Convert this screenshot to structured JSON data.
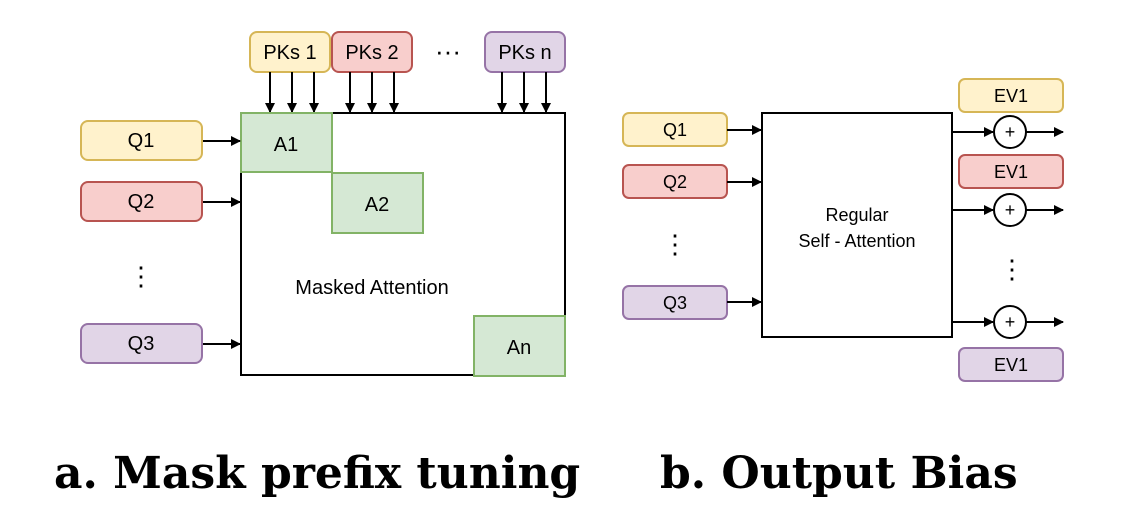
{
  "colors": {
    "yellow_fill": "#fff2cc",
    "yellow_stroke": "#d6b656",
    "red_fill": "#f8cecc",
    "red_stroke": "#b85450",
    "purple_fill": "#e1d5e7",
    "purple_stroke": "#9673a6",
    "green_fill": "#d5e8d4",
    "green_stroke": "#82b366"
  },
  "left": {
    "pks": [
      "PKs 1",
      "PKs 2",
      "PKs n"
    ],
    "pks_ellipsis": "···",
    "queries": [
      "Q1",
      "Q2",
      "Q3"
    ],
    "query_ellipsis": "⋮",
    "blocks": [
      "A1",
      "A2",
      "An"
    ],
    "main_label": "Masked Attention",
    "caption": "a. Mask prefix tuning"
  },
  "right": {
    "queries": [
      "Q1",
      "Q2",
      "Q3"
    ],
    "query_ellipsis": "⋮",
    "box_label_line1": "Regular",
    "box_label_line2": "Self - Attention",
    "ev_labels": [
      "EV1",
      "EV1",
      "EV1"
    ],
    "plus_symbol": "+",
    "output_ellipsis": "⋮",
    "caption": "b. Output Bias"
  }
}
